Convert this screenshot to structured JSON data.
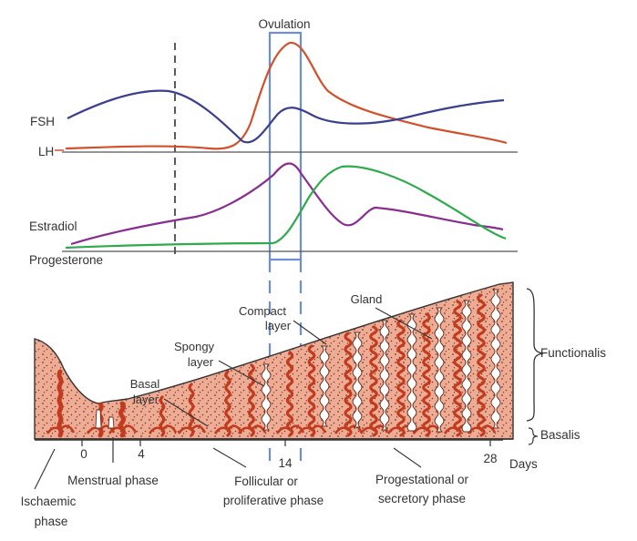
{
  "title": "Ovulation",
  "hormones": {
    "fsh": {
      "label": "FSH",
      "color": "#3a3f8f"
    },
    "lh": {
      "label": "LH",
      "color": "#d2502a"
    },
    "estradiol": {
      "label": "Estradiol",
      "color": "#8a2d91"
    },
    "progesterone": {
      "label": "Progesterone",
      "color": "#2eab4a"
    }
  },
  "endometrium": {
    "fill_color": "#eeac94",
    "gland_color": "#c23b1e",
    "labels": {
      "compact": [
        "Compact",
        "layer"
      ],
      "gland": "Gland",
      "spongy": [
        "Spongy",
        "layer"
      ],
      "basal": [
        "Basal",
        "layer"
      ],
      "functionalis": "Functionalis",
      "basalis": "Basalis"
    }
  },
  "axis": {
    "ticks": [
      "0",
      "4",
      "14",
      "28"
    ],
    "unit": "Days"
  },
  "phases": {
    "ischaemic": [
      "Ischaemic",
      "phase"
    ],
    "menstrual": "Menstrual phase",
    "follicular": [
      "Follicular or",
      "proliferative phase"
    ],
    "progestational": [
      "Progestational or",
      "secretory phase"
    ]
  }
}
